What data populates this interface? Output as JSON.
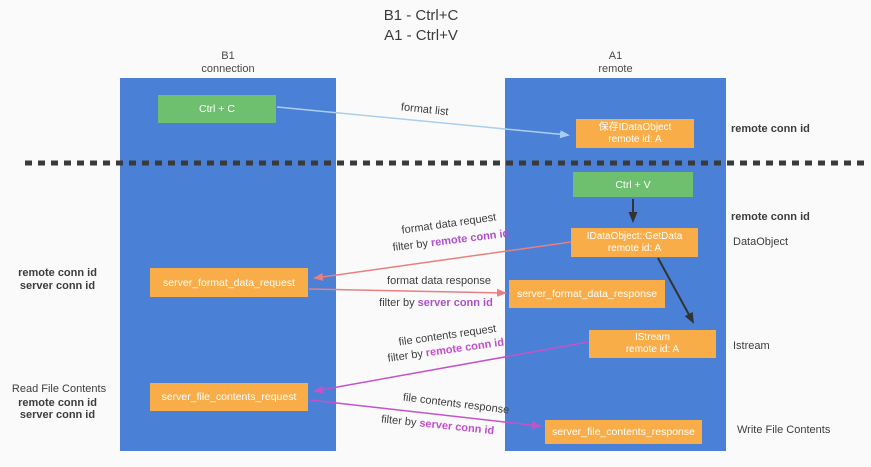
{
  "title": {
    "line1": "B1 - Ctrl+C",
    "line2": "A1 - Ctrl+V"
  },
  "columns": {
    "left": {
      "name": "B1",
      "role": "connection"
    },
    "right": {
      "name": "A1",
      "role": "remote"
    }
  },
  "nodes": {
    "ctrl_c": "Ctrl + C",
    "ctrl_v": "Ctrl + V",
    "save_dataobject": {
      "line1": "保存IDataObject",
      "line2": "remote id: A"
    },
    "getdata": {
      "line1": "IDataObject::GetData",
      "line2": "remote id: A"
    },
    "istream": {
      "line1": "IStream",
      "line2": "remote id: A"
    },
    "server_format_data_request": "server_format_data_request",
    "server_format_data_response": "server_format_data_response",
    "server_file_contents_request": "server_file_contents_request",
    "server_file_contents_response": "server_file_contents_response"
  },
  "labels": {
    "format_list": "format list",
    "format_data_request": "format data request",
    "format_data_response": "format data response",
    "file_contents_request": "file contents request",
    "file_contents_response": "file contents response",
    "filter_by": "filter by",
    "remote_conn_id": "remote conn id",
    "server_conn_id": "server conn id",
    "dataobject": "DataObject",
    "istream": "Istream",
    "read_file_contents": "Read File Contents",
    "write_file_contents": "Write File Contents"
  },
  "colors": {
    "background": "#fafafa",
    "column_blue": "#4a80d6",
    "box_orange": "#f8ad49",
    "box_green": "#6ec06f",
    "arrow_light_blue": "#aacfee",
    "arrow_salmon": "#e97f80",
    "arrow_magenta": "#c553c8",
    "arrow_black": "#333333",
    "text_purple": "#ae4fcb",
    "text_green": "#68c183",
    "dashed_line": "#3a3a3a"
  }
}
